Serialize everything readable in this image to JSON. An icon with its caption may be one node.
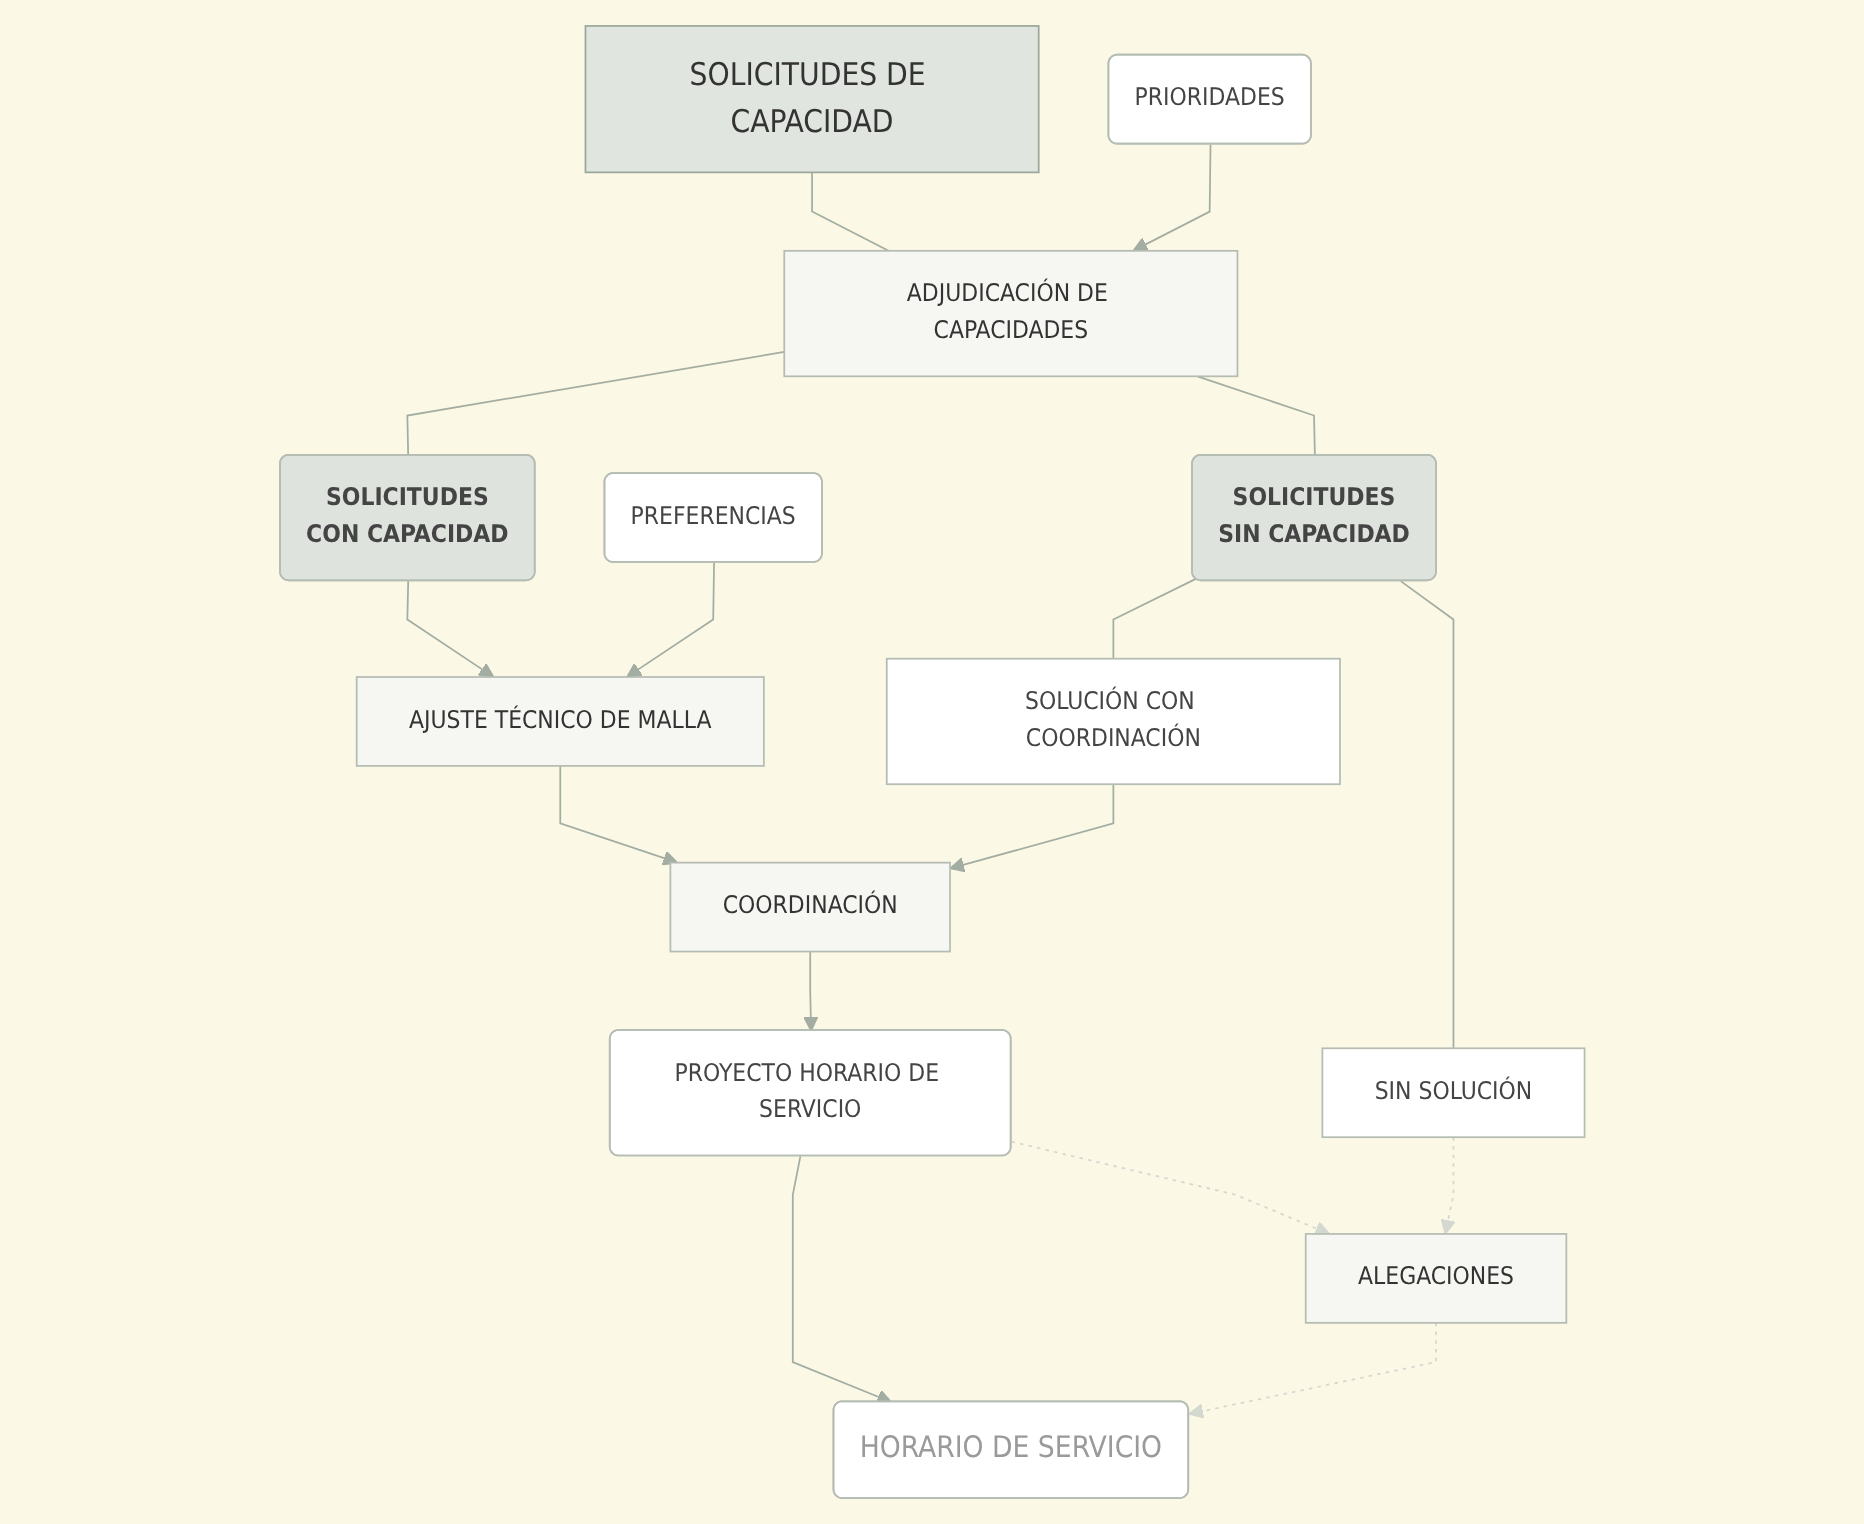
{
  "diagram": {
    "nodes": [
      {
        "text": [
          "SOLICITUDES DE CAPACIDAD"
        ]
      },
      {
        "text": [
          "ADJUDICACIÓN DE CAPACIDADES"
        ]
      },
      {
        "text": [
          "PRIORIDADES"
        ]
      },
      {
        "text": [
          "SOLICITUDES",
          "CON CAPACIDAD"
        ]
      },
      {
        "text": [
          "SOLICITUDES",
          "SIN CAPACIDAD"
        ]
      },
      {
        "text": [
          "AJUSTE TÉCNICO DE MALLA"
        ]
      },
      {
        "text": [
          "PREFERENCIAS"
        ]
      },
      {
        "text": [
          "SOLUCIÓN CON COORDINACIÓN"
        ]
      },
      {
        "text": [
          "SIN SOLUCIÓN"
        ]
      },
      {
        "text": [
          "COORDINACIÓN"
        ]
      },
      {
        "text": [
          "PROYECTO HORARIO DE SERVICIO"
        ]
      },
      {
        "text": [
          "ALEGACIONES"
        ]
      },
      {
        "text": [
          "HORARIO DE SERVICIO"
        ]
      }
    ],
    "edges": [
      {
        "from": 0,
        "to": 1,
        "arrow": "none"
      },
      {
        "from": 2,
        "to": 1,
        "arrow": "to"
      },
      {
        "from": 1,
        "to": 3,
        "arrow": "none"
      },
      {
        "from": 1,
        "to": 4,
        "arrow": "none"
      },
      {
        "from": 3,
        "to": 5,
        "arrow": "to"
      },
      {
        "from": 6,
        "to": 5,
        "arrow": "to"
      },
      {
        "from": 4,
        "to": 7,
        "arrow": "none"
      },
      {
        "from": 4,
        "to": 8,
        "arrow": "none"
      },
      {
        "from": 5,
        "to": 9,
        "arrow": "to"
      },
      {
        "from": 7,
        "to": 9,
        "arrow": "to"
      },
      {
        "from": 9,
        "to": 10,
        "arrow": "to"
      },
      {
        "from": 10,
        "to": 11,
        "arrow": "to",
        "style": "dashed",
        "color": "#d3d8d0"
      },
      {
        "from": 8,
        "to": 11,
        "arrow": "to",
        "style": "dashed",
        "color": "#d3d8d0"
      },
      {
        "from": 10,
        "to": 12,
        "arrow": "to"
      },
      {
        "from": 11,
        "to": 12,
        "arrow": "to",
        "style": "dashed",
        "color": "#d3d8d0"
      }
    ]
  }
}
